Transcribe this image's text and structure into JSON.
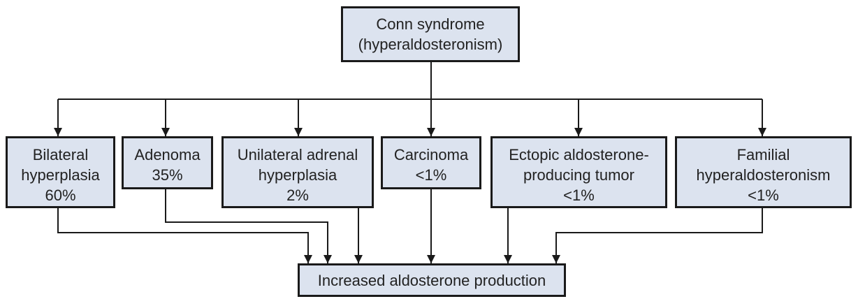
{
  "root": {
    "lines": [
      "Conn syndrome",
      "(hyperaldosteronism)"
    ]
  },
  "causes": [
    {
      "lines": [
        "Bilateral",
        "hyperplasia",
        "60%"
      ]
    },
    {
      "lines": [
        "Adenoma",
        "35%"
      ]
    },
    {
      "lines": [
        "Unilateral adrenal",
        "hyperplasia",
        "2%"
      ]
    },
    {
      "lines": [
        "Carcinoma",
        "<1%"
      ]
    },
    {
      "lines": [
        "Ectopic aldosterone-",
        "producing tumor",
        "<1%"
      ]
    },
    {
      "lines": [
        "Familial",
        "hyperaldosteronism",
        "<1%"
      ]
    }
  ],
  "outcome": {
    "lines": [
      "Increased aldosterone production"
    ]
  },
  "colors": {
    "box_fill": "#dce3ef",
    "stroke": "#1a1a1a",
    "text": "#222222"
  }
}
